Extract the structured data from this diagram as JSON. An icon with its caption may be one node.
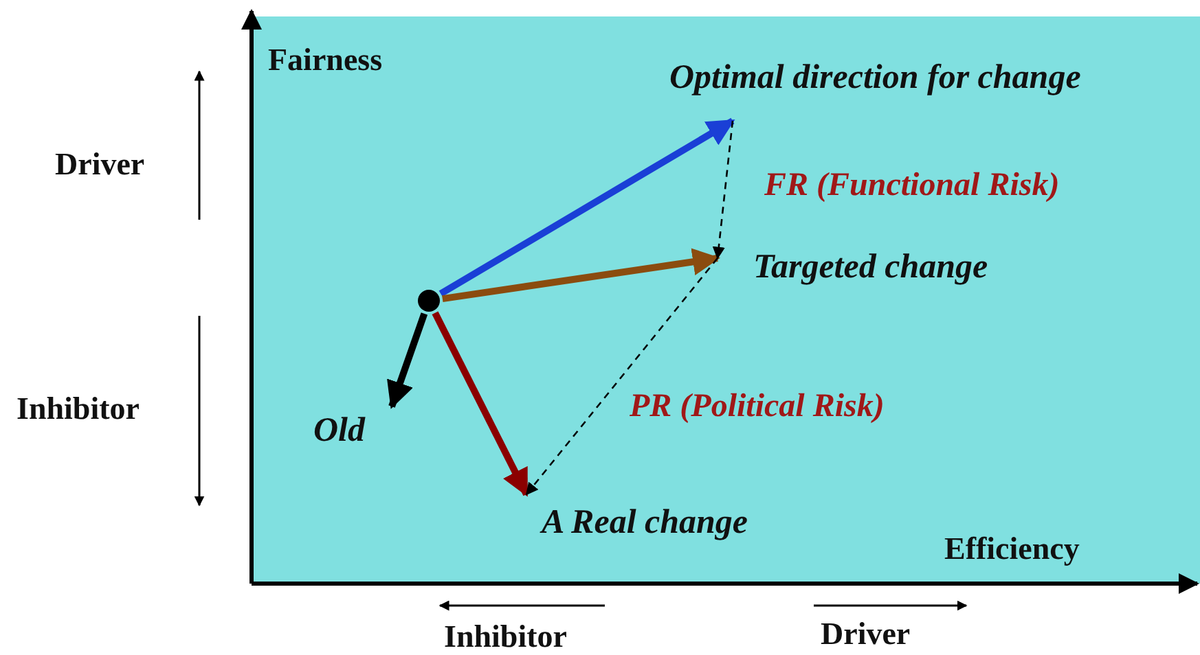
{
  "diagram": {
    "nodes": [
      {
        "text": [],
        "shape": "circle"
      },
      {
        "text": [
          "Optimal direction for change"
        ]
      },
      {
        "text": [
          "Targeted change"
        ]
      },
      {
        "text": [
          "Old"
        ]
      },
      {
        "text": [
          "A Real change"
        ]
      }
    ],
    "edges": [
      {
        "from": 0,
        "to": 1,
        "arrow": "to",
        "color": "#1a3fd6"
      },
      {
        "from": 0,
        "to": 2,
        "arrow": "to",
        "color": "#8b4c0f"
      },
      {
        "from": 0,
        "to": 3,
        "arrow": "to",
        "color": "#000000"
      },
      {
        "from": 0,
        "to": 4,
        "arrow": "to",
        "color": "#8b0000"
      },
      {
        "from": 1,
        "to": 2,
        "arrow": "to",
        "style": "dashed",
        "label": "FR (Functional Risk)"
      },
      {
        "from": 2,
        "to": 4,
        "arrow": "to",
        "style": "dashed",
        "label": "PR (Political Risk)"
      }
    ],
    "labels": [
      "Fairness",
      "Driver",
      "Inhibitor",
      "Efficiency",
      "Inhibitor",
      "Driver"
    ]
  }
}
